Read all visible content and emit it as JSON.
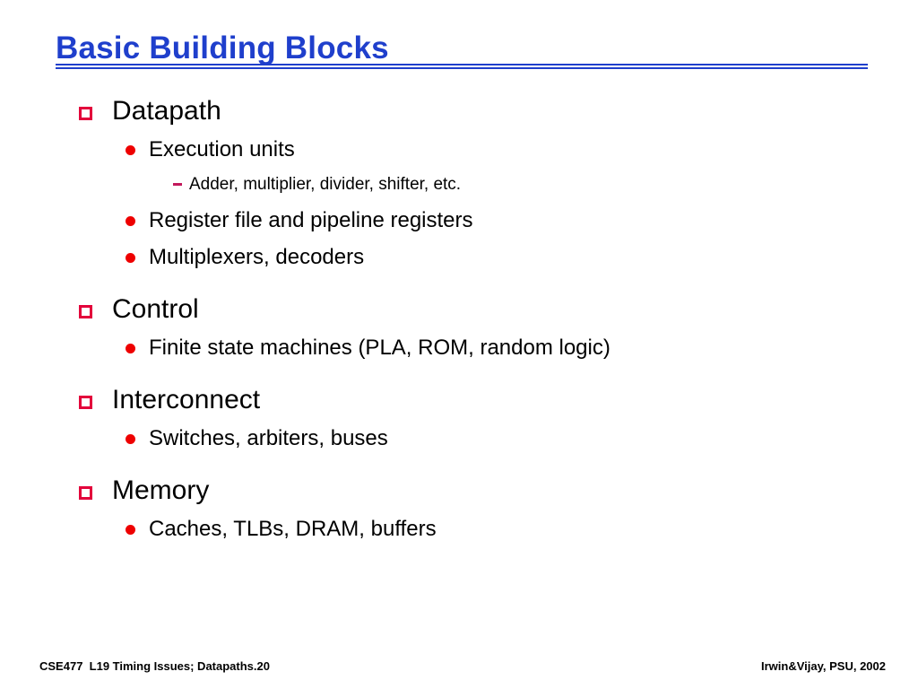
{
  "slide": {
    "title": "Basic Building Blocks",
    "title_color": "#1f3fcc",
    "background_color": "#ffffff",
    "bullet_square_color": "#e3013b",
    "bullet_dot_color": "#ee0000",
    "bullet_dash_color": "#c2185b",
    "text_color": "#000000"
  },
  "outline": [
    {
      "level": 1,
      "text": "Datapath"
    },
    {
      "level": 2,
      "text": "Execution units"
    },
    {
      "level": 3,
      "text": "Adder, multiplier, divider, shifter, etc."
    },
    {
      "level": 2,
      "text": "Register file and pipeline registers"
    },
    {
      "level": 2,
      "text": "Multiplexers, decoders"
    },
    {
      "level": 1,
      "text": "Control"
    },
    {
      "level": 2,
      "text": "Finite state machines (PLA, ROM, random logic)"
    },
    {
      "level": 1,
      "text": "Interconnect"
    },
    {
      "level": 2,
      "text": "Switches, arbiters, buses"
    },
    {
      "level": 1,
      "text": "Memory"
    },
    {
      "level": 2,
      "text": "Caches, TLBs, DRAM, buffers"
    }
  ],
  "footer": {
    "left": "CSE477  L19 Timing Issues; Datapaths.20",
    "right": "Irwin&Vijay, PSU, 2002"
  }
}
